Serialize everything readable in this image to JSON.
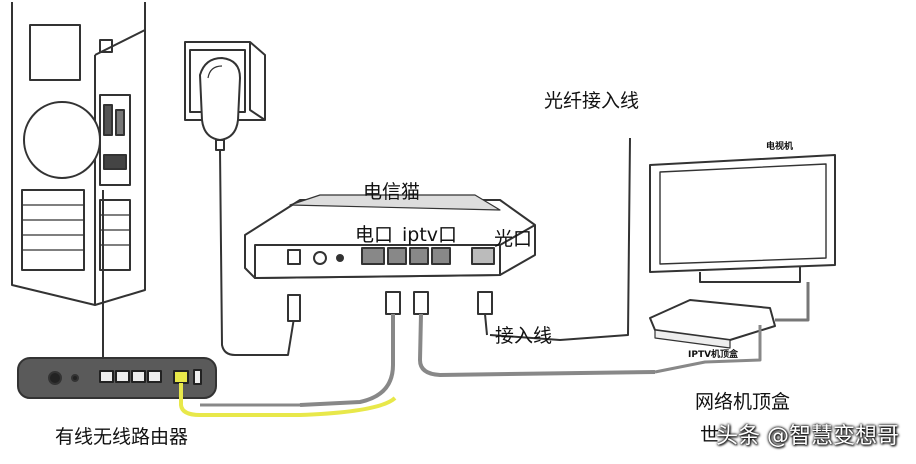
{
  "labels": {
    "fiber": "光纤接入线",
    "modem": "电信猫",
    "lan_port": "电口",
    "iptv_port": "iptv口",
    "optical_port": "光口",
    "tv": "电视机",
    "access_line": "接入线",
    "iptv_box_face": "IPTV机顶盒",
    "stb": "网络机顶盒",
    "stb_sub": "世",
    "router": "有线无线路由器"
  },
  "watermark": "头条 @智慧变想哥",
  "colors": {
    "outline": "#333333",
    "gray_cable": "#8a8a8a",
    "yellow_cable": "#e8e84a",
    "router_body": "#5a5a5a"
  }
}
